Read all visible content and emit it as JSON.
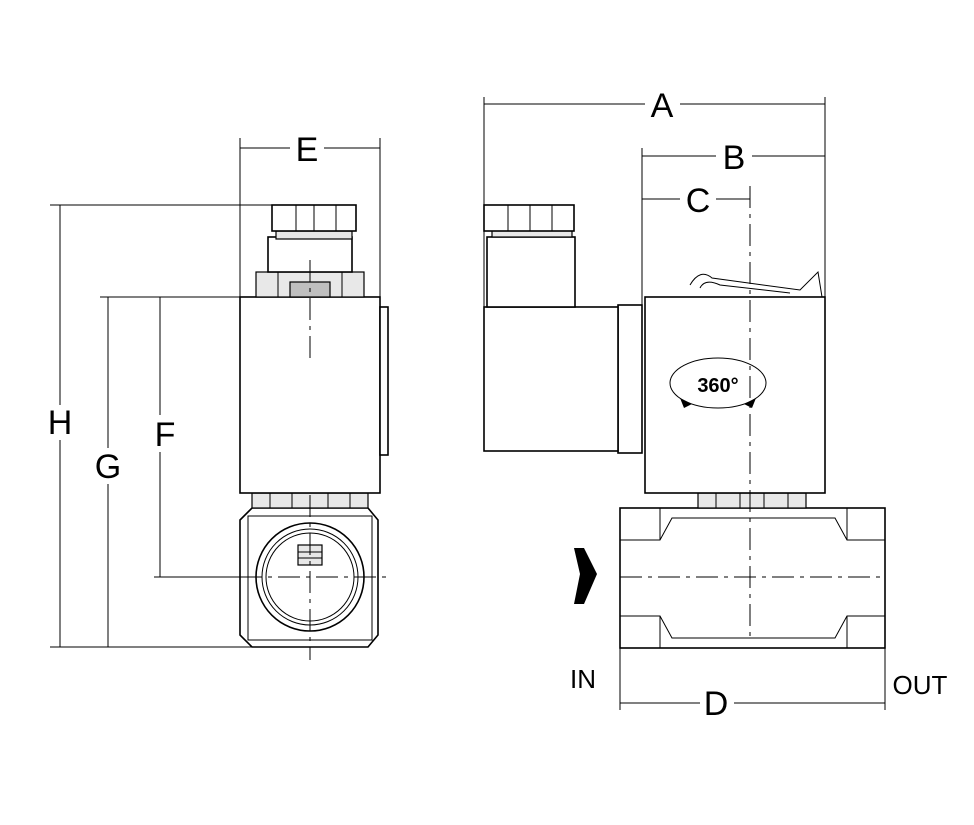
{
  "labels": {
    "A": "A",
    "B": "B",
    "C": "C",
    "D": "D",
    "E": "E",
    "F": "F",
    "G": "G",
    "H": "H",
    "inlet": "IN",
    "outlet": "OUT",
    "rotation": "360°"
  },
  "colors": {
    "line": "#000000",
    "background": "#ffffff",
    "shade": "#e8e8e8",
    "arrow": "#000000"
  },
  "icons": {
    "flow_direction": "flow-arrow-icon",
    "rotation": "rotation-arrows-icon"
  }
}
